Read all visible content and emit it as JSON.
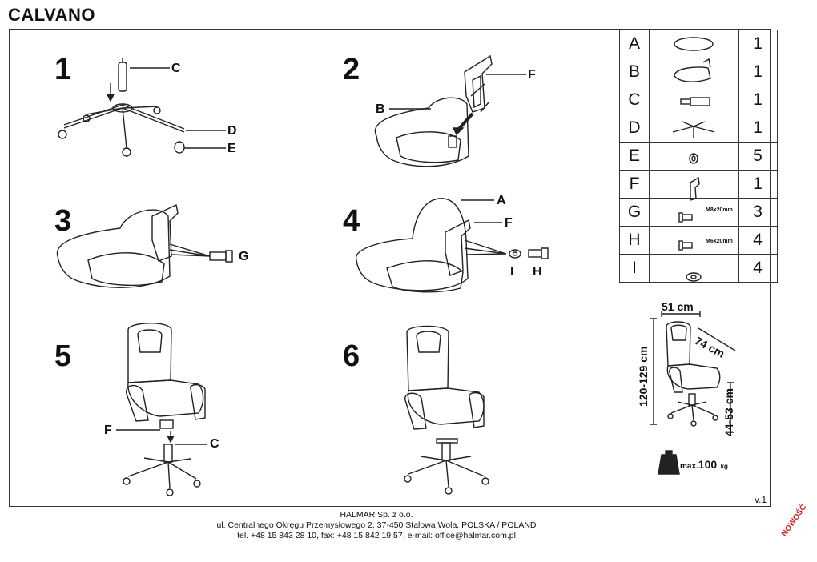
{
  "title": "CALVANO",
  "steps": [
    "1",
    "2",
    "3",
    "4",
    "5",
    "6"
  ],
  "labels": {
    "s1_c": "C",
    "s1_d": "D",
    "s1_e": "E",
    "s2_f": "F",
    "s2_b": "B",
    "s3_g": "G",
    "s4_a": "A",
    "s4_f": "F",
    "s4_i": "I",
    "s4_h": "H",
    "s5_f": "F",
    "s5_c": "C"
  },
  "parts": [
    {
      "letter": "A",
      "icon": "seat-shell-icon",
      "qty": "1"
    },
    {
      "letter": "B",
      "icon": "seat-cushion-icon",
      "qty": "1"
    },
    {
      "letter": "C",
      "icon": "gas-lift-icon",
      "qty": "1"
    },
    {
      "letter": "D",
      "icon": "star-base-icon",
      "qty": "1"
    },
    {
      "letter": "E",
      "icon": "caster-icon",
      "qty": "5"
    },
    {
      "letter": "F",
      "icon": "mechanism-icon",
      "qty": "1"
    },
    {
      "letter": "G",
      "icon": "bolt-icon",
      "qty": "3",
      "spec": "M8x20mm"
    },
    {
      "letter": "H",
      "icon": "bolt-icon",
      "qty": "4",
      "spec": "M6x20mm"
    },
    {
      "letter": "I",
      "icon": "washer-icon",
      "qty": "4"
    }
  ],
  "dimensions": {
    "width": "51 cm",
    "depth": "74 cm",
    "height": "120-129 cm",
    "seat": "44-53 cm"
  },
  "max_load": {
    "prefix": "max.",
    "value": "100",
    "unit": "kg"
  },
  "version": "v.1",
  "footer": {
    "line1": "HALMAR Sp. z o.o.",
    "line2": "ul. Centralnego Okręgu Przemysłowego 2, 37-450 Stalowa Wola, POLSKA / POLAND",
    "line3": "tel. +48 15 843 28 10, fax: +48 15 842 19 57, e-mail: office@halmar.com.pl"
  },
  "badge": "NOWOŚĆ"
}
